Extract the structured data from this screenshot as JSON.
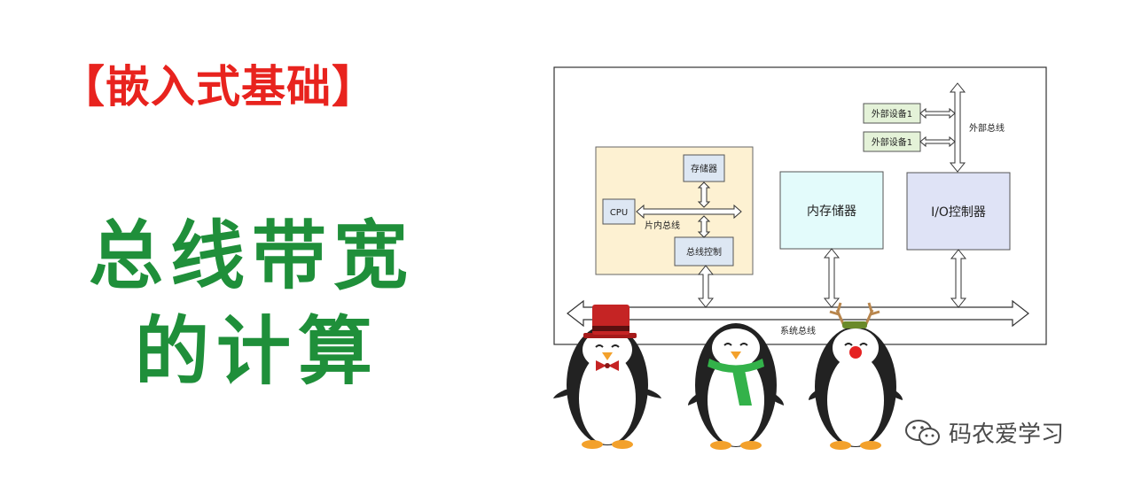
{
  "tag_title": "【嵌入式基础】",
  "headline_line1": "总线带宽",
  "headline_line2": "的计算",
  "diagram": {
    "storage_small": "存储器",
    "cpu": "CPU",
    "onchip_bus": "片内总线",
    "bus_control": "总线控制",
    "memory": "内存储器",
    "io_controller": "I/O控制器",
    "external_device_a": "外部设备1",
    "external_device_b": "外部设备1",
    "external_bus": "外部总线",
    "system_bus": "系统总线"
  },
  "watermark": "码农爱学习",
  "colors": {
    "tag_red": "#e8231e",
    "headline_green": "#1f8f3a",
    "onchip_panel": "#fdf1d2",
    "memory_box": "#e3fbfb",
    "io_box": "#dfe3f6",
    "device_box": "#e4f2d8",
    "small_box": "#dde7f3"
  },
  "icons": [
    "hat-icon",
    "bow-tie-icon",
    "scarf-icon",
    "antlers-icon",
    "wechat-icon"
  ]
}
